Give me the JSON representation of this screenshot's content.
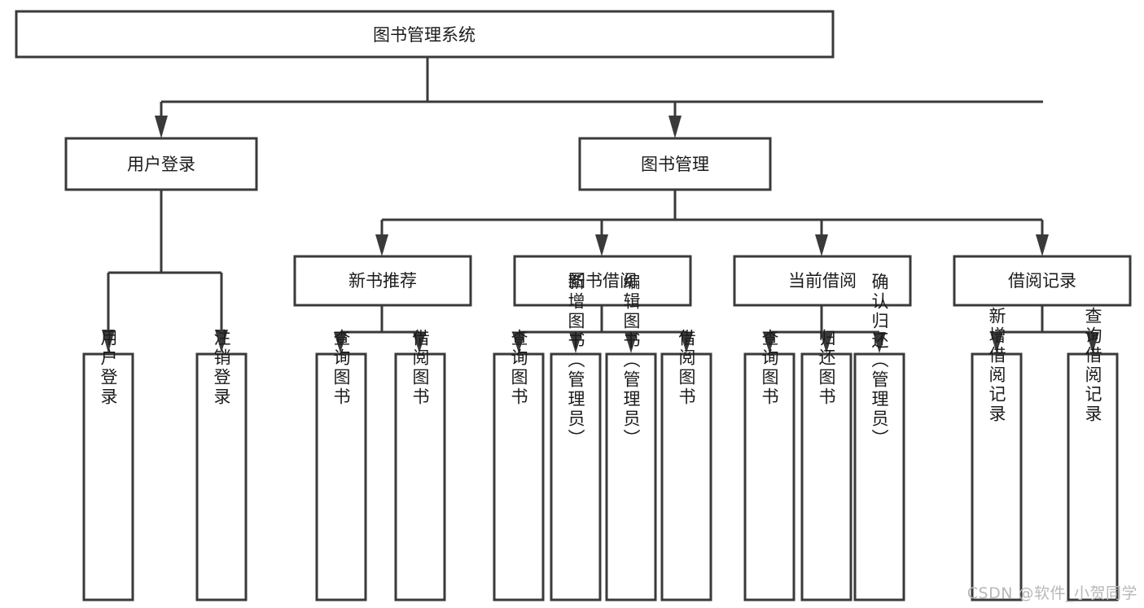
{
  "diagram": {
    "title_node": {
      "label": "图书管理系统"
    },
    "level1": [
      {
        "id": "user-login",
        "label": "用户登录"
      },
      {
        "id": "book-management",
        "label": "图书管理"
      }
    ],
    "level2": [
      {
        "id": "new-book-recommend",
        "label": "新书推荐"
      },
      {
        "id": "book-borrow",
        "label": "图书借阅"
      },
      {
        "id": "current-borrow",
        "label": "当前借阅"
      },
      {
        "id": "borrow-record",
        "label": "借阅记录"
      }
    ],
    "leaves": {
      "user_login": [
        {
          "id": "leaf-user-login",
          "label": "用户登录"
        },
        {
          "id": "leaf-logout-login",
          "label": "注销登录"
        }
      ],
      "new_book_recommend": [
        {
          "id": "leaf-query-book-1",
          "label": "查询图书"
        },
        {
          "id": "leaf-borrow-book-1",
          "label": "借阅图书"
        }
      ],
      "book_borrow": [
        {
          "id": "leaf-query-book-2",
          "label": "查询图书"
        },
        {
          "id": "leaf-add-book",
          "label": "新增图书（管理员）"
        },
        {
          "id": "leaf-edit-book",
          "label": "编辑图书（管理员）"
        },
        {
          "id": "leaf-borrow-book-2",
          "label": "借阅图书"
        }
      ],
      "current_borrow": [
        {
          "id": "leaf-query-book-3",
          "label": "查询图书"
        },
        {
          "id": "leaf-return-book",
          "label": "归还图书"
        },
        {
          "id": "leaf-confirm-return",
          "label": "确认归还（管理员）"
        }
      ],
      "borrow_record": [
        {
          "id": "leaf-add-record",
          "label": "新增借阅记录"
        },
        {
          "id": "leaf-query-record",
          "label": "查询借阅记录"
        }
      ]
    }
  },
  "watermark": {
    "text": "CSDN @软件_小贺同学"
  },
  "colors": {
    "stroke": "#3a3a3a",
    "box_fill": "#ffffff",
    "text": "#1b1b1b",
    "watermark": "#b8b8b8",
    "background": "#ffffff"
  }
}
